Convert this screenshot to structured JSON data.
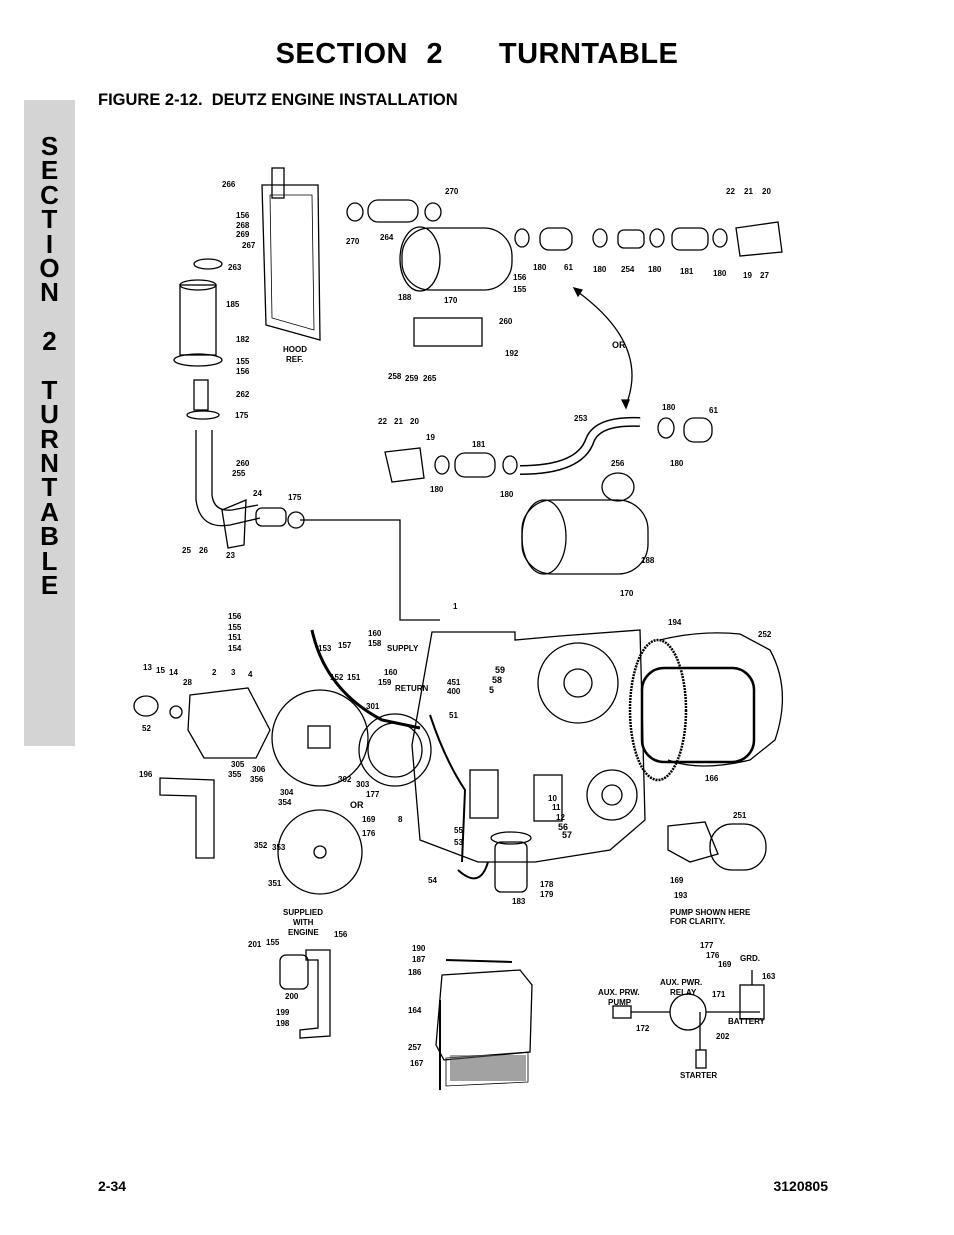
{
  "header": {
    "section_title": "SECTION 2   TURNTABLE"
  },
  "side_tab": {
    "letters": [
      "S",
      "E",
      "C",
      "T",
      "I",
      "O",
      "N",
      "",
      "2",
      "",
      "T",
      "U",
      "R",
      "N",
      "T",
      "A",
      "B",
      "L",
      "E"
    ]
  },
  "figure": {
    "caption": "FIGURE 2-12.  DEUTZ ENGINE INSTALLATION",
    "labels": {
      "hood_ref": "HOOD",
      "hood_ref2": "REF.",
      "or1": "OR",
      "or2": "OR",
      "supply": "SUPPLY",
      "return": "RETURN",
      "supplied1": "SUPPLIED",
      "supplied2": "WITH",
      "supplied3": "ENGINE",
      "pump_note1": "PUMP SHOWN HERE",
      "pump_note2": "FOR CLARITY.",
      "aux_pump1": "AUX. PRW.",
      "aux_pump2": "PUMP",
      "aux_relay1": "AUX. PWR.",
      "aux_relay2": "RELAY",
      "battery": "BATTERY",
      "starter": "STARTER",
      "grd": "GRD."
    },
    "callouts": {
      "c266": "266",
      "c156a": "156",
      "c268": "268",
      "c269": "269",
      "c267": "267",
      "c270a": "270",
      "c270b": "270",
      "c264": "264",
      "c22a": "22",
      "c21a": "21",
      "c20a": "20",
      "c263": "263",
      "c185": "185",
      "c182": "182",
      "c155a": "155",
      "c156b": "156",
      "c262": "262",
      "c175a": "175",
      "c260a": "260",
      "c255": "255",
      "c24": "24",
      "c175b": "175",
      "c25": "25",
      "c26": "26",
      "c23": "23",
      "c188a": "188",
      "c170a": "170",
      "c156c": "156",
      "c155b": "155",
      "c180a": "180",
      "c61a": "61",
      "c180b": "180",
      "c254": "254",
      "c180c": "180",
      "c181a": "181",
      "c180d": "180",
      "c19a": "19",
      "c27": "27",
      "c260b": "260",
      "c192": "192",
      "c258": "258",
      "c259": "259",
      "c265": "265",
      "c22b": "22",
      "c21b": "21",
      "c20b": "20",
      "c19b": "19",
      "c181b": "181",
      "c180e": "180",
      "c180f": "180",
      "c253": "253",
      "c180g": "180",
      "c61b": "61",
      "c180h": "180",
      "c256": "256",
      "c188b": "188",
      "c170b": "170",
      "c1": "1",
      "c156d": "156",
      "c155c": "155",
      "c151": "151",
      "c154": "154",
      "c153": "153",
      "c157": "157",
      "c160a": "160",
      "c158": "158",
      "c152": "152",
      "c151b": "151",
      "c160b": "160",
      "c159": "159",
      "c59": "59",
      "c58": "58",
      "c5": "5",
      "c451": "451",
      "c400": "400",
      "c51": "51",
      "c194": "194",
      "c252": "252",
      "c13": "13",
      "c15": "15",
      "c14": "14",
      "c2": "2",
      "c3": "3",
      "c4": "4",
      "c28": "28",
      "c52": "52",
      "c301": "301",
      "c305": "305",
      "c355": "355",
      "c306": "306",
      "c356": "356",
      "c302": "302",
      "c303": "303",
      "c304": "304",
      "c354": "354",
      "c177a": "177",
      "c169a": "169",
      "c8": "8",
      "c176a": "176",
      "c196": "196",
      "c10": "10",
      "c11": "11",
      "c12": "12",
      "c56": "56",
      "c57": "57",
      "c166": "166",
      "c55": "55",
      "c53": "53",
      "c352": "352",
      "c353": "353",
      "c351": "351",
      "c54": "54",
      "c178": "178",
      "c179": "179",
      "c183": "183",
      "c251": "251",
      "c169b": "169",
      "c193": "193",
      "c201": "201",
      "c155d": "155",
      "c156e": "156",
      "c200": "200",
      "c199": "199",
      "c198": "198",
      "c190": "190",
      "c187": "187",
      "c186": "186",
      "c164": "164",
      "c257": "257",
      "c167": "167",
      "c177b": "177",
      "c176b": "176",
      "c169c": "169",
      "c163": "163",
      "c171": "171",
      "c172": "172",
      "c202": "202"
    }
  },
  "footer": {
    "page_number": "2-34",
    "doc_number": "3120805"
  }
}
